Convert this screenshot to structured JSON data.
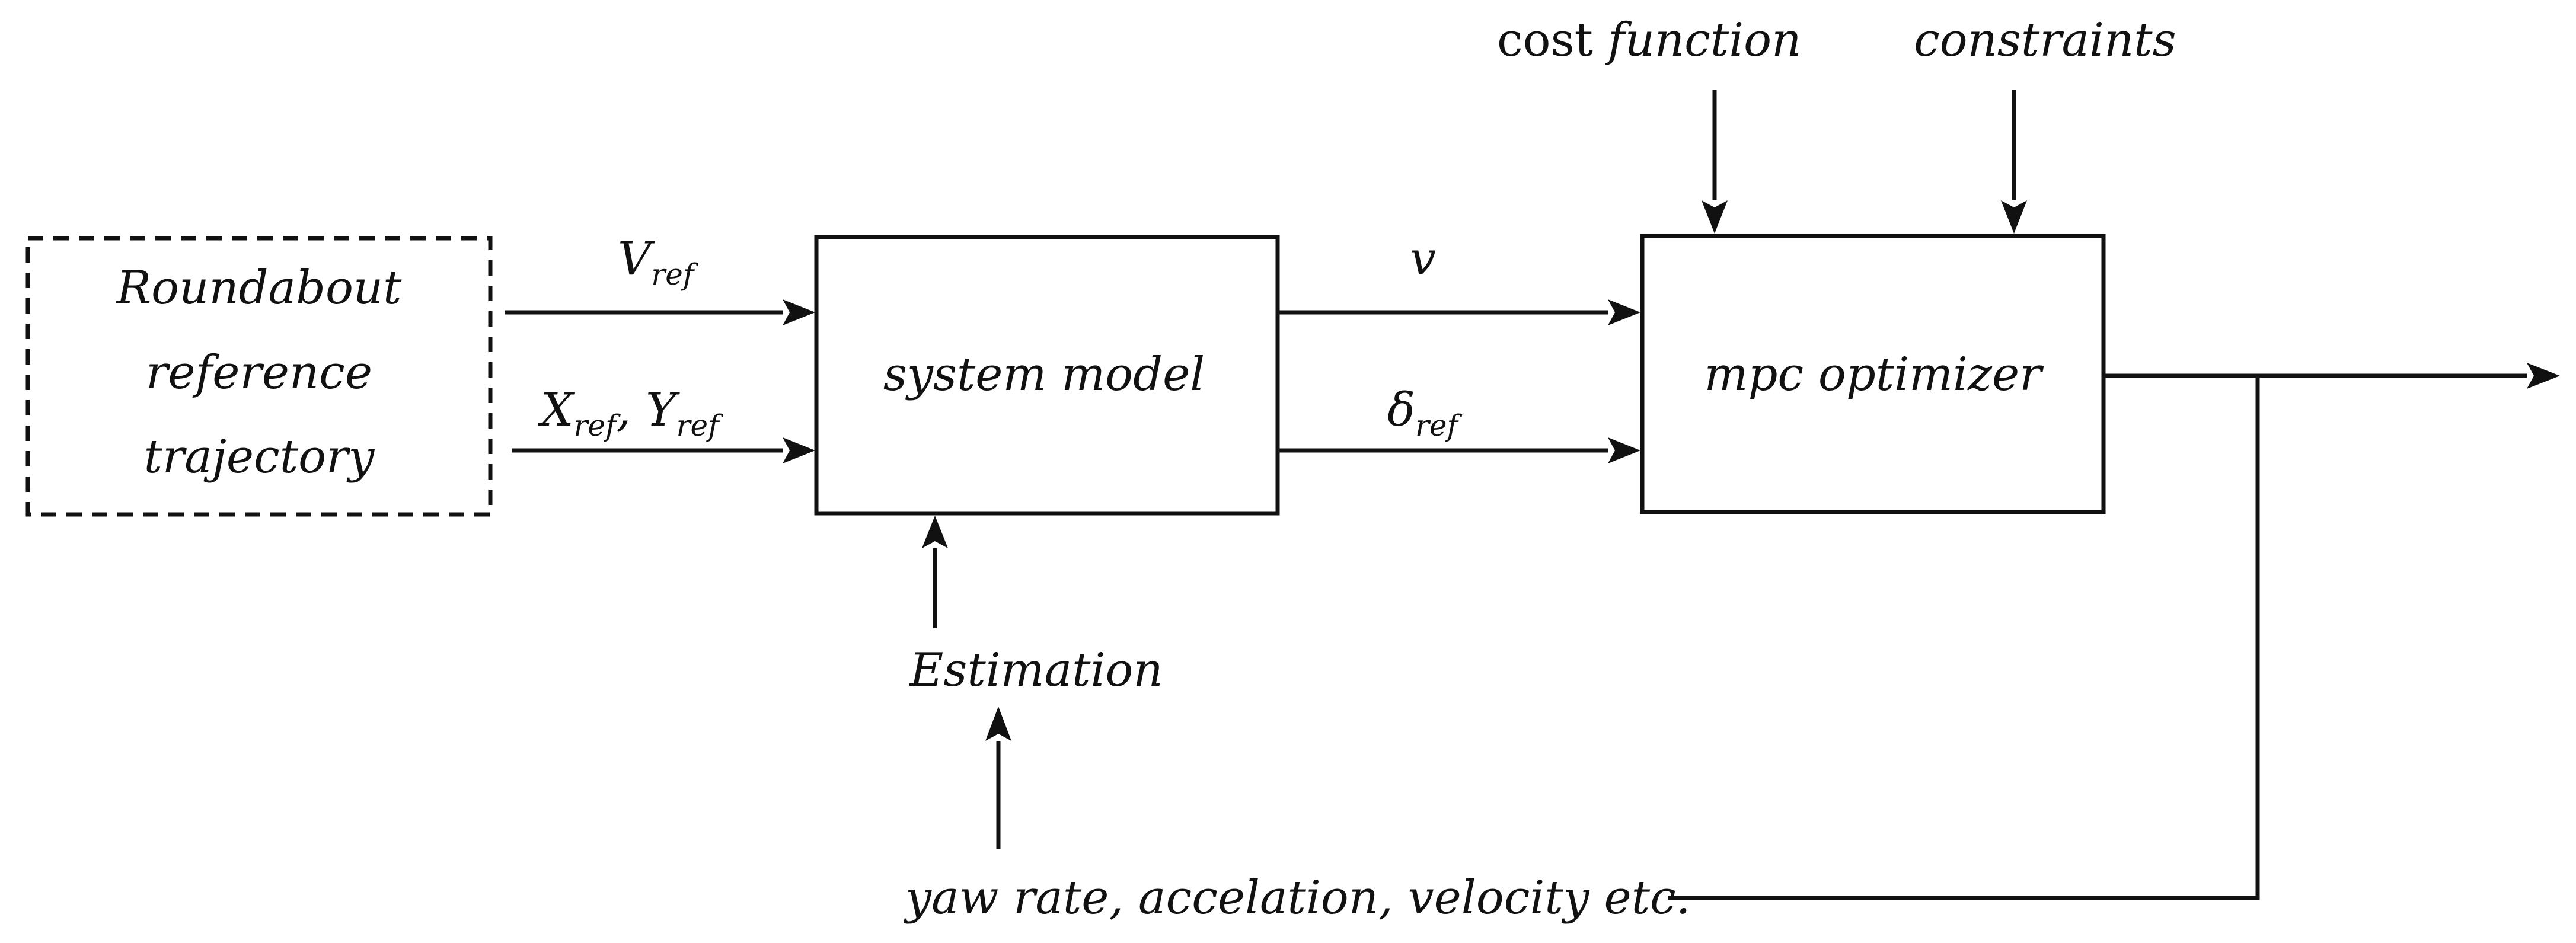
{
  "blocks": {
    "reference": {
      "lines": [
        "Roundabout",
        "reference",
        "trajectory"
      ]
    },
    "system_model": {
      "label": "system model"
    },
    "optimizer": {
      "label": "mpc optimizer"
    }
  },
  "signals": {
    "v_ref": {
      "base": "V",
      "sub": "ref"
    },
    "xy_ref": {
      "base1": "X",
      "sub1": "ref",
      "sep": ", ",
      "base2": "Y",
      "sub2": "ref"
    },
    "v": {
      "base": "v"
    },
    "delta_ref": {
      "base": "δ",
      "sub": "ref"
    }
  },
  "inputs": {
    "cost_function": {
      "word1": "cost",
      "word2": "function"
    },
    "constraints": "constraints",
    "estimation": "Estimation",
    "measurements": "yaw rate, accelation, velocity etc."
  }
}
